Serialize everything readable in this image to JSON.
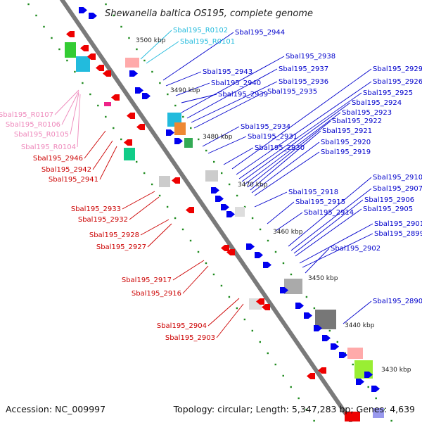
{
  "title": "Shewanella baltica OS195, complete genome",
  "footer": {
    "accession": "Accession: NC_009997",
    "stats": "Topology: circular; Length: 5,347,283 bp; Genes: 4,639"
  },
  "colors": {
    "backbone": "#7a7a7a",
    "tick": "#1e8a1e",
    "forward_label": "#0000cc",
    "reverse_label": "#cc0000",
    "rna_forward": "#22bbdd",
    "rna_reverse": "#ee88bb",
    "gene_blue": "#0000ee",
    "gene_red": "#ee0000"
  },
  "kbp_ticks": [
    "3500 kbp",
    "3490 kbp",
    "3480 kbp",
    "3470 kbp",
    "3460 kbp",
    "3450 kbp",
    "3440 kbp",
    "3430 kbp"
  ],
  "labels": {
    "rna_forward": [
      "Sbal195_R0102",
      "Sbal195_R0101"
    ],
    "forward": [
      "Sbal195_2944",
      "Sbal195_2938",
      "Sbal195_2943",
      "Sbal195_2937",
      "Sbal195_2940",
      "Sbal195_2936",
      "Sbal195_2939",
      "Sbal195_2935",
      "Sbal195_2929",
      "Sbal195_2926",
      "Sbal195_2925",
      "Sbal195_2924",
      "Sbal195_2923",
      "Sbal195_2922",
      "Sbal195_2934",
      "Sbal195_2921",
      "Sbal195_2931",
      "Sbal195_2920",
      "Sbal195_2930",
      "Sbal195_2919",
      "Sbal195_2910",
      "Sbal195_2907",
      "Sbal195_2918",
      "Sbal195_2906",
      "Sbal195_2915",
      "Sbal195_2905",
      "Sbal195_2914",
      "Sbal195_2901",
      "Sbal195_2899",
      "Sbal195_2902",
      "Sbal195_2890"
    ],
    "rna_reverse": [
      "Sbal195_R0107",
      "Sbal195_R0106",
      "Sbal195_R0105",
      "Sbal195_R0104"
    ],
    "reverse": [
      "Sbal195_2946",
      "Sbal195_2942",
      "Sbal195_2941",
      "Sbal195_2933",
      "Sbal195_2932",
      "Sbal195_2928",
      "Sbal195_2927",
      "Sbal195_2917",
      "Sbal195_2916",
      "Sbal195_2904",
      "Sbal195_2903"
    ]
  }
}
